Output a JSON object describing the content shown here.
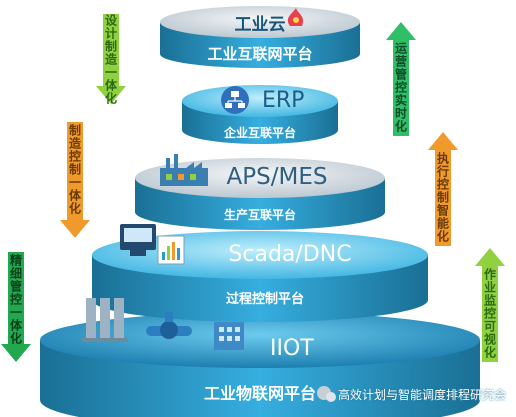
{
  "layers": [
    {
      "top_title": "工业云",
      "band_label": "工业互联网平台"
    },
    {
      "top_title": "ERP",
      "band_label": "企业互联平台"
    },
    {
      "top_title": "APS/MES",
      "band_label": "生产互联平台"
    },
    {
      "top_title": "Scada/DNC",
      "band_label": "过程控制平台"
    },
    {
      "top_title": "IIOT",
      "band_label": "工业物联网平台"
    }
  ],
  "left_arrows": [
    {
      "label": "设计制造一体化",
      "color": "#8fd13f",
      "direction": "down"
    },
    {
      "label": "制造控制一体化",
      "color": "#ef9a2a",
      "direction": "down"
    },
    {
      "label": "精细管控一体化",
      "color": "#22a84f",
      "direction": "down"
    }
  ],
  "right_arrows": [
    {
      "label": "运营管控实时化",
      "color": "#2fbf66",
      "direction": "up"
    },
    {
      "label": "执行控制智能化",
      "color": "#ef9a2a",
      "direction": "up"
    },
    {
      "label": "作业监控可视化",
      "color": "#8fd13f",
      "direction": "up"
    }
  ],
  "watermark": "高效计划与智能调度排程研究会",
  "colors": {
    "teal_dark": "#1a6f94",
    "teal_mid": "#2b9ccd",
    "teal_light": "#6fd0f0",
    "silver": "#d7dee4",
    "gray_top": "#c9d4dc"
  }
}
